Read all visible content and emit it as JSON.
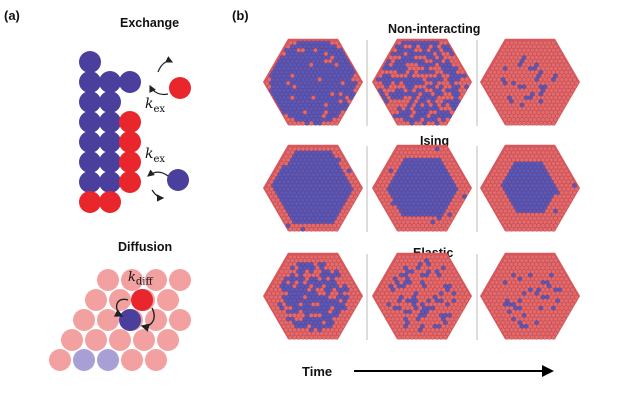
{
  "panel_a": {
    "label": "(a)",
    "exchange_title": "Exchange",
    "diffusion_title": "Diffusion",
    "k_exchange_symbol": "k",
    "k_exchange_subscript": "ex",
    "k_diffusion_symbol": "k",
    "k_diffusion_subscript": "diff"
  },
  "panel_b": {
    "label": "(b)",
    "rows": [
      {
        "title": "Non-interacting"
      },
      {
        "title": "Ising"
      },
      {
        "title": "Elastic"
      }
    ],
    "time_label": "Time"
  },
  "colors": {
    "blue": "#4a3f9c",
    "red": "#e8262b",
    "pink": "#f2a0a0",
    "light_blue": "#a8a0d4",
    "hex_red": "#d9585c",
    "hex_blue": "#5a58b8"
  }
}
